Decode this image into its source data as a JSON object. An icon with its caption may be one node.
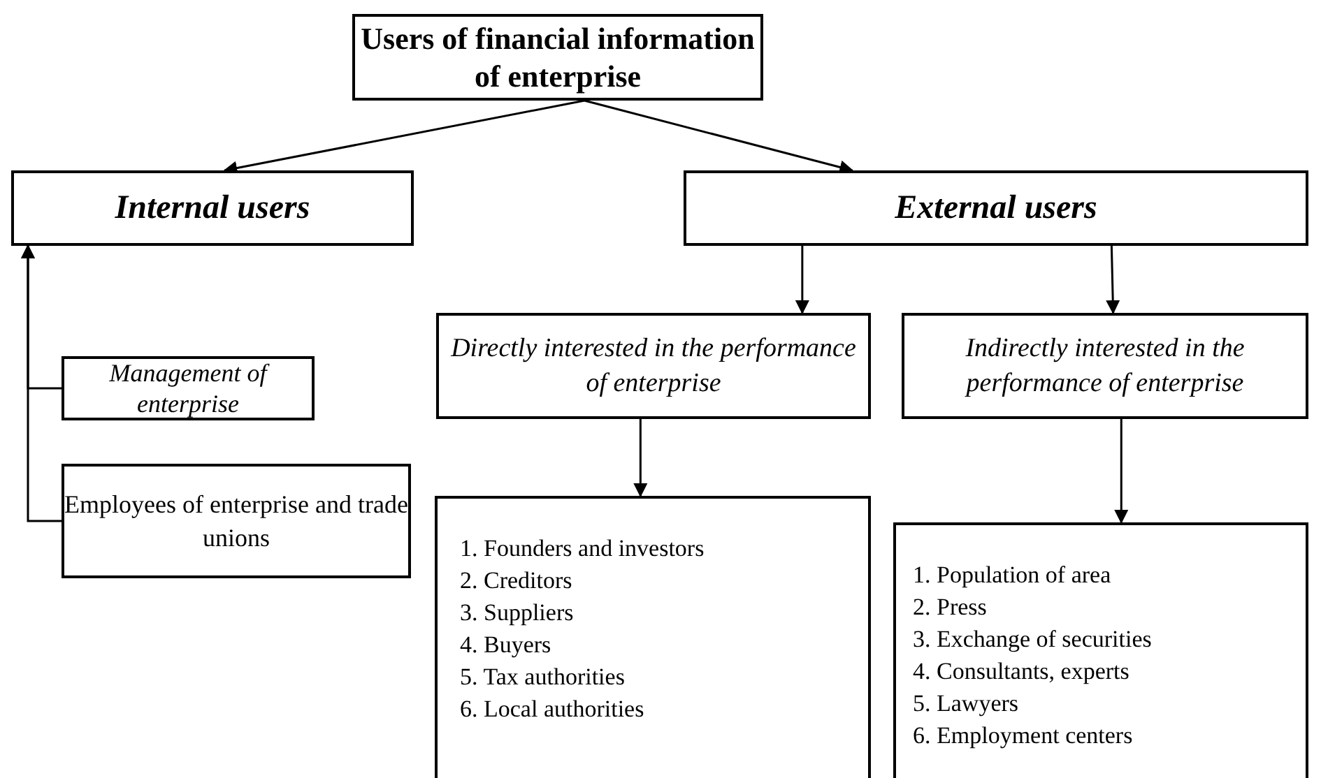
{
  "diagram": {
    "nodes": [
      {
        "text": [
          "Users of financial information of enterprise"
        ]
      },
      {
        "text": [
          "Internal users"
        ]
      },
      {
        "text": [
          "External users"
        ]
      },
      {
        "text": [
          "Management of enterprise"
        ]
      },
      {
        "text": [
          "Employees of enterprise and trade unions"
        ]
      },
      {
        "text": [
          "Directly interested in the performance of enterprise"
        ]
      },
      {
        "text": [
          "Indirectly interested in the performance of enterprise"
        ]
      },
      {
        "text": [
          "1. Founders and investors",
          "2. Creditors",
          "3. Suppliers",
          "4. Buyers",
          "5. Tax authorities",
          "6. Local authorities"
        ]
      },
      {
        "text": [
          "1. Population of area",
          "2. Press",
          "3. Exchange of securities",
          "4. Consultants, experts",
          "5. Lawyers",
          "6. Employment centers"
        ]
      }
    ],
    "edges": [
      {
        "from": 0,
        "to": 1,
        "arrow": "to"
      },
      {
        "from": 0,
        "to": 2,
        "arrow": "to"
      },
      {
        "from": 2,
        "to": 5,
        "arrow": "to"
      },
      {
        "from": 2,
        "to": 6,
        "arrow": "to"
      },
      {
        "from": 5,
        "to": 7,
        "arrow": "to"
      },
      {
        "from": 6,
        "to": 8,
        "arrow": "to"
      },
      {
        "from": 3,
        "to": 1,
        "arrow": "to"
      },
      {
        "from": 4,
        "to": 1,
        "arrow": "to"
      }
    ]
  }
}
